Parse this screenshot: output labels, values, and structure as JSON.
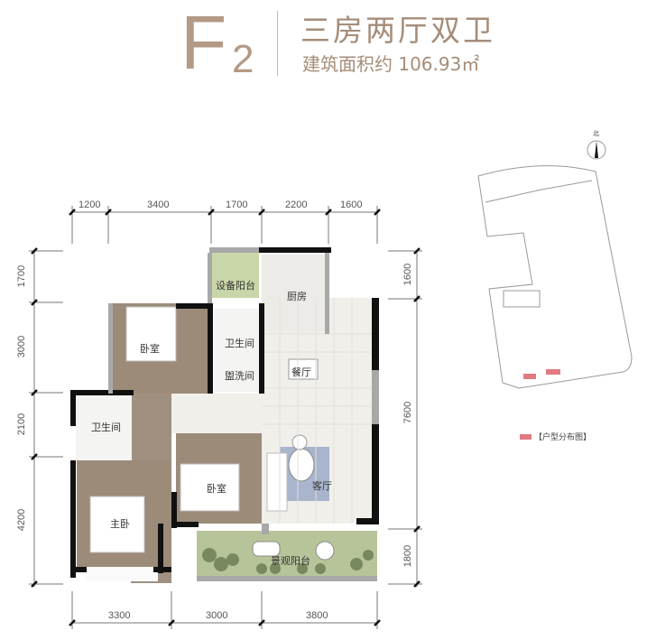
{
  "header": {
    "unit_letter": "F",
    "unit_number": "2",
    "layout": "三房两厅双卫",
    "area_label": "建筑面积约 106.93㎡"
  },
  "dimensions": {
    "top": [
      "1200",
      "3400",
      "1700",
      "2200",
      "1600"
    ],
    "bottom": [
      "3300",
      "3000",
      "3800"
    ],
    "left": [
      "1700",
      "3000",
      "2100",
      "4200"
    ],
    "right": [
      "1600",
      "7600",
      "1800"
    ]
  },
  "rooms": {
    "equipment_balcony": "设备阳台",
    "kitchen": "厨房",
    "bedroom_1": "卧室",
    "bathroom_1": "卫生间",
    "washroom": "盥洗间",
    "dining": "餐厅",
    "bathroom_2": "卫生间",
    "bedroom_2": "卧室",
    "living": "客厅",
    "master_bedroom": "主卧",
    "landscape_balcony": "景观阳台"
  },
  "site_plan": {
    "north_label": "北",
    "legend_label": "【户型分布图】",
    "highlight_color": "#e07b82"
  },
  "colors": {
    "title": "#b39a85",
    "wall": "#111111",
    "wood_floor": "#9c8b79",
    "tile_floor": "#f1efea",
    "balcony_green": "#b7c49a",
    "equipment_green": "#c9d6a9"
  }
}
